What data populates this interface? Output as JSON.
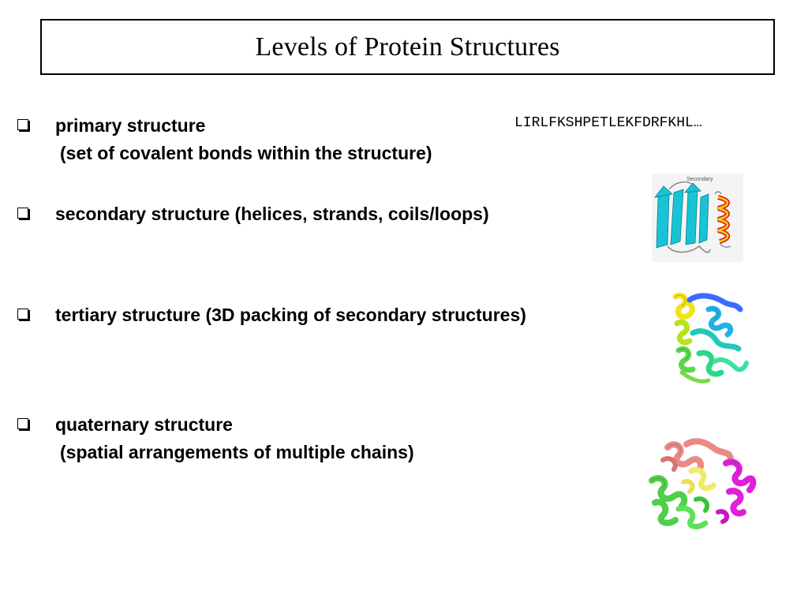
{
  "slide": {
    "title": "Levels of Protein Structures",
    "sequence": "LIRLFKSHPETLEKFDRFKHL…",
    "bullets": [
      {
        "label": "primary structure",
        "sub": "(set of covalent bonds within the structure)"
      },
      {
        "label": "secondary structure (helices, strands, coils/loops)"
      },
      {
        "label": "tertiary structure (3D packing of secondary structures)"
      },
      {
        "label": "quaternary structure",
        "sub": "(spatial arrangements of multiple chains)"
      }
    ],
    "figures": {
      "secondary_label": "Secondary"
    }
  },
  "colors": {
    "strand": "#19c3d6",
    "helix_red": "#e0201a",
    "helix_yellow": "#f2d21a",
    "quat_pink": "#e98a86",
    "quat_green": "#4fcf4a",
    "quat_magenta": "#e11fd9",
    "quat_yellow": "#f0ea6a"
  }
}
